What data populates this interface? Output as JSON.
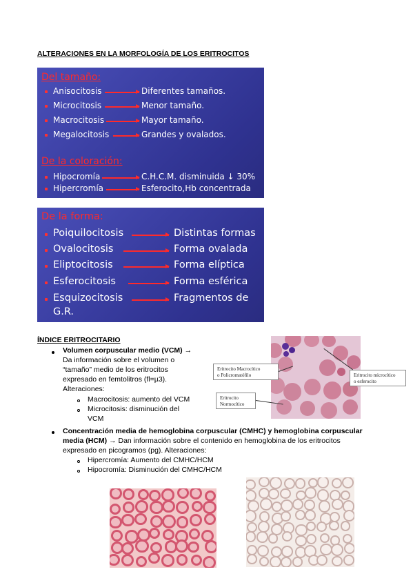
{
  "title": "ALTERACIONES EN LA MORFOLOGÍA DE LOS ERITROCITOS",
  "slide1": {
    "heading_size": "Del tamaño:",
    "size_items": [
      {
        "term": "Anisocitosis",
        "desc": "Diferentes tamaños."
      },
      {
        "term": "Microcitosis",
        "desc": "Menor tamaño."
      },
      {
        "term": "Macrocitosis",
        "desc": "Mayor tamaño."
      },
      {
        "term": "Megalocitosis",
        "desc": "Grandes y ovalados."
      }
    ],
    "heading_color": "De la coloración:",
    "color_items": [
      {
        "term": "Hipocromía",
        "desc": "C.H.C.M. disminuida ↓ 30%"
      },
      {
        "term": "Hipercromía",
        "desc": "Esferocito,Hb concentrada"
      }
    ]
  },
  "slide2": {
    "heading": "De la forma:",
    "items": [
      {
        "term": "Poiquilocitosis",
        "desc": "Distintas formas"
      },
      {
        "term": "Ovalocitosis",
        "desc": "Forma ovalada"
      },
      {
        "term": "Eliptocitosis",
        "desc": "Forma elíptica"
      },
      {
        "term": "Esferocitosis",
        "desc": "Forma esférica"
      },
      {
        "term": "Esquizocitosis",
        "desc": "Fragmentos de"
      }
    ],
    "last_line": "G.R."
  },
  "section_title": "ÍNDICE ERITROCITARIO",
  "vcm": {
    "heading": "Volumen corpuscular medio (VCM) →",
    "lines": [
      "Da información sobre el volumen o",
      "“tamaño” medio de los eritrocitos",
      "expresado en femtolitros (fl=µ3).",
      "Alteraciones:"
    ],
    "subitems": [
      {
        "line1": "Macrocitosis: aumento del VCM",
        "line2": ""
      },
      {
        "line1": "Microcitosis: disminución del",
        "line2": "VCM"
      }
    ]
  },
  "chcm": {
    "line1": "Concentración media de hemoglobina corpuscular (CMHC) y hemoglobina corpuscular",
    "line2_bold": "media (HCM) →",
    "line2_rest": " Dan información sobre el contenido en hemoglobina de los eritrocitos",
    "line3": "expresado en picogramos (pg). Alteraciones:",
    "subitems": [
      "Hipercromía: Aumento del CMHC/HCM",
      "Hipocromía: Disminución del CMHC/HCM"
    ]
  },
  "micro_labels": {
    "macro": [
      "Eritrocito Macrocítico",
      "o Policromatófilo"
    ],
    "micro": [
      "Eritrocito microcítico",
      "o esferocito"
    ],
    "normo": [
      "Eritrocito",
      "Normocítico"
    ]
  },
  "colors": {
    "slide_bg": "#3b3fa3",
    "slide_red": "#ff2a2a",
    "slide_text": "#ffffff"
  }
}
